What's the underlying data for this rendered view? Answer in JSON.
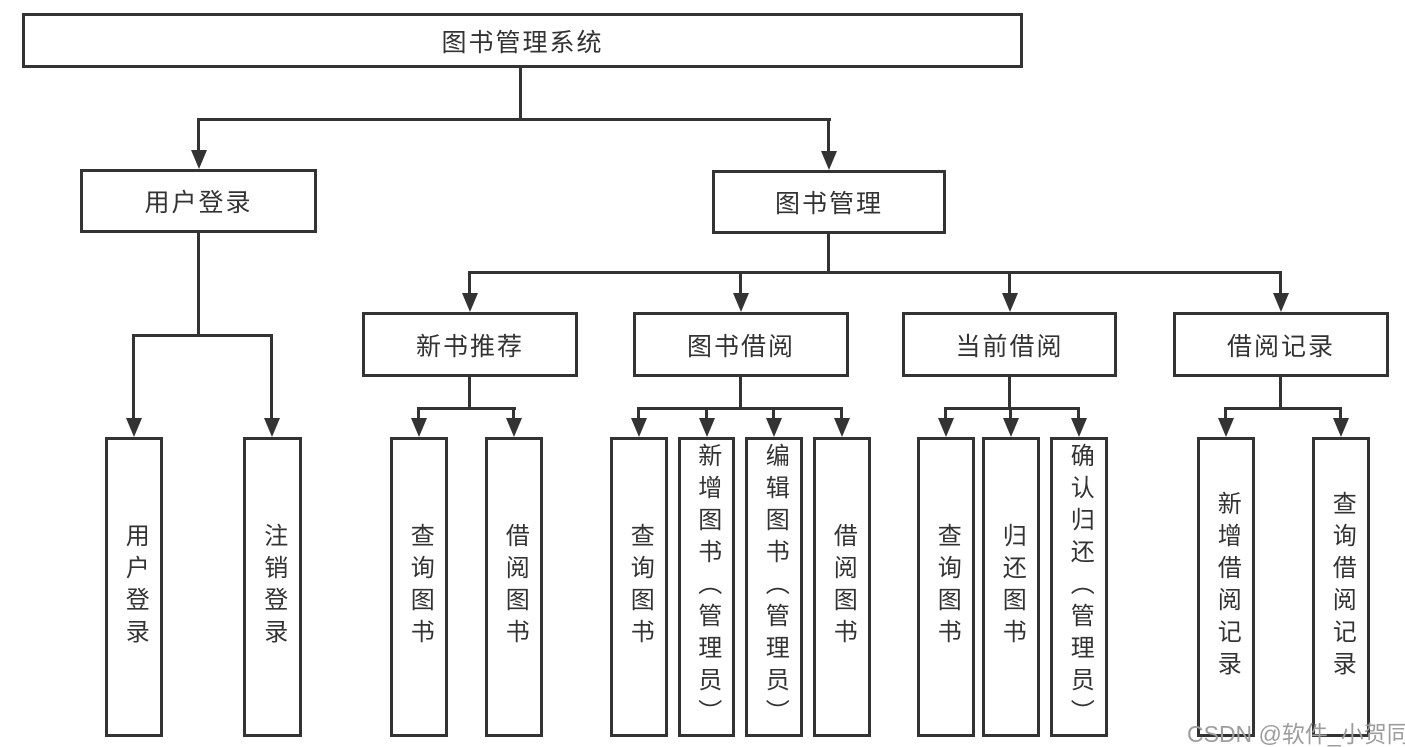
{
  "tree": {
    "label": "图书管理系统",
    "children": [
      {
        "label": "用户登录",
        "children": [
          {
            "label": "用户登录"
          },
          {
            "label": "注销登录"
          }
        ]
      },
      {
        "label": "图书管理",
        "children": [
          {
            "label": "新书推荐",
            "children": [
              {
                "label": "查询图书"
              },
              {
                "label": "借阅图书"
              }
            ]
          },
          {
            "label": "图书借阅",
            "children": [
              {
                "label": "查询图书"
              },
              {
                "label": "新增图书（管理员）"
              },
              {
                "label": "编辑图书（管理员）"
              },
              {
                "label": "借阅图书"
              }
            ]
          },
          {
            "label": "当前借阅",
            "children": [
              {
                "label": "查询图书"
              },
              {
                "label": "归还图书"
              },
              {
                "label": "确认归还（管理员）"
              }
            ]
          },
          {
            "label": "借阅记录",
            "children": [
              {
                "label": "新增借阅记录"
              },
              {
                "label": "查询借阅记录"
              }
            ]
          }
        ]
      }
    ]
  },
  "watermark": {
    "text": "CSDN @软件_小贺同学"
  },
  "colors": {
    "line": "#333333",
    "text": "#333333",
    "background": "#ffffff",
    "watermark": "#9d9d9d"
  }
}
